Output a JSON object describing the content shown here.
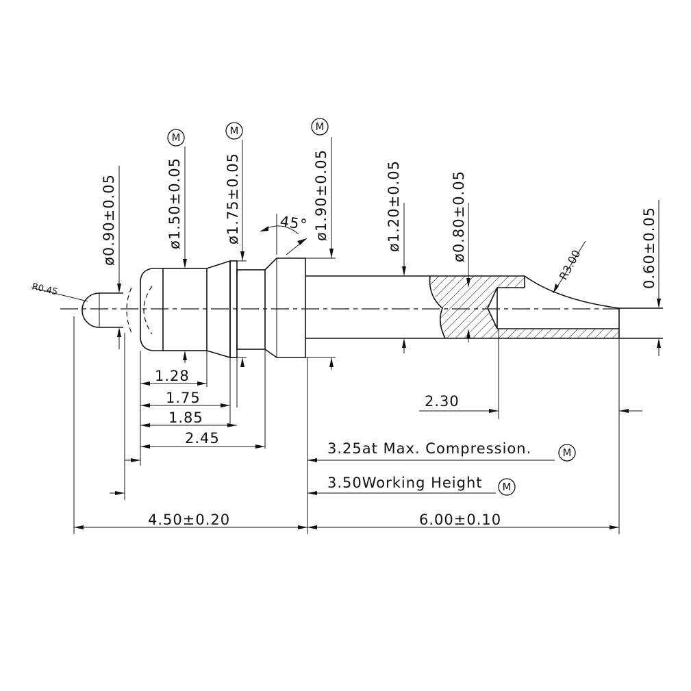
{
  "dimensions": {
    "r045": "R0.45",
    "d090": "ø0.90±0.05",
    "d150": "ø1.50±0.05",
    "d175": "ø1.75±0.05",
    "d190": "ø1.90±0.05",
    "d120": "ø1.20±0.05",
    "d080": "ø0.80±0.05",
    "d060": "0.60±0.05",
    "r300": "R3.00",
    "angle45": "45°",
    "l128": "1.28",
    "l175": "1.75",
    "l185": "1.85",
    "l245": "2.45",
    "l230": "2.30",
    "compression": "3.25at Max. Compression.",
    "working": "3.50Working Height",
    "l450": "4.50±0.20",
    "l600": "6.00±0.10"
  },
  "marks": {
    "m": "M"
  }
}
